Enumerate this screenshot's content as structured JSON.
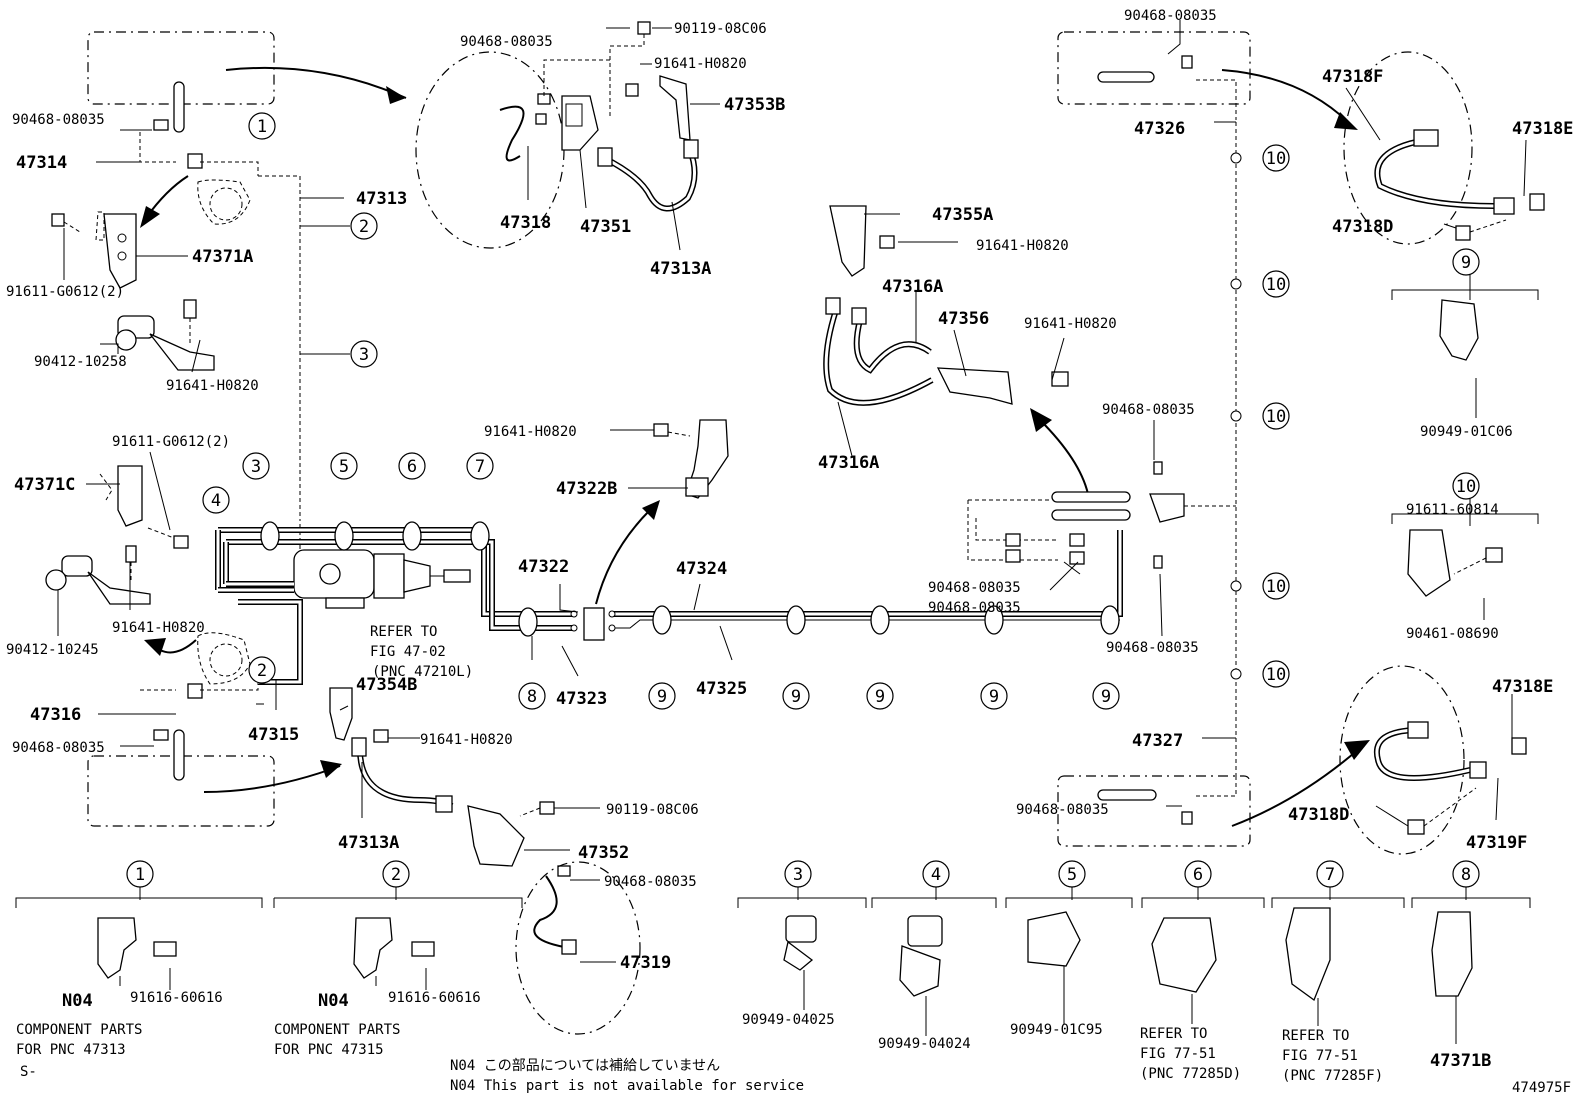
{
  "diagram": {
    "figure_code": "474975F",
    "prefix": "S-",
    "notes": [
      "N04 この部品については補給していません",
      "N04 This part is not available for service"
    ],
    "callouts": [
      "1",
      "2",
      "3",
      "3",
      "3",
      "4",
      "5",
      "6",
      "7",
      "8",
      "9",
      "9",
      "9",
      "9",
      "9",
      "10",
      "10",
      "10",
      "10",
      "10"
    ],
    "part_labels": [
      "90468-08035",
      "90119-08C06",
      "91641-H0820",
      "47353B",
      "47318",
      "47351",
      "47313A",
      "90468-08035",
      "47314",
      "47313",
      "47371A",
      "91611-G0612(2)",
      "90412-10258",
      "91641-H0820",
      "91611-G0612(2)",
      "47371C",
      "91641-H0820",
      "90412-10245",
      "47316",
      "90468-08035",
      "47315",
      "47354B",
      "91641-H0820",
      "47313A",
      "90119-08C06",
      "47352",
      "90468-08035",
      "47319",
      "91641-H0820",
      "47322B",
      "47322",
      "47323",
      "47324",
      "47325",
      "REFER TO",
      "FIG 47-02",
      "(PNC 47210L)",
      "47355A",
      "91641-H0820",
      "47316A",
      "47356",
      "91641-H0820",
      "47316A",
      "90468-08035",
      "90468-08035",
      "90468-08035",
      "90468-08035",
      "90468-08035",
      "47326",
      "47318F",
      "47318E",
      "47318D",
      "47327",
      "90468-08035",
      "47318E",
      "47318D",
      "47319F"
    ],
    "legend_groups": [
      {
        "id": "1",
        "labels": [
          "N04",
          "91616-60616"
        ],
        "caption": [
          "COMPONENT PARTS",
          "FOR PNC 47313"
        ]
      },
      {
        "id": "2",
        "labels": [
          "N04",
          "91616-60616"
        ],
        "caption": [
          "COMPONENT PARTS",
          "FOR PNC 47315"
        ]
      },
      {
        "id": "3",
        "labels": [
          "90949-04025"
        ]
      },
      {
        "id": "4",
        "labels": [
          "90949-04024"
        ]
      },
      {
        "id": "5",
        "labels": [
          "90949-01C95"
        ]
      },
      {
        "id": "6",
        "labels": [
          "REFER TO",
          "FIG 77-51",
          "(PNC 77285D)"
        ]
      },
      {
        "id": "7",
        "labels": [
          "REFER TO",
          "FIG 77-51",
          "(PNC 77285F)"
        ]
      },
      {
        "id": "8",
        "labels": [
          "47371B"
        ]
      },
      {
        "id": "9",
        "labels": [
          "90949-01C06"
        ]
      },
      {
        "id": "10",
        "labels": [
          "91611-60814",
          "90461-08690"
        ]
      }
    ]
  }
}
